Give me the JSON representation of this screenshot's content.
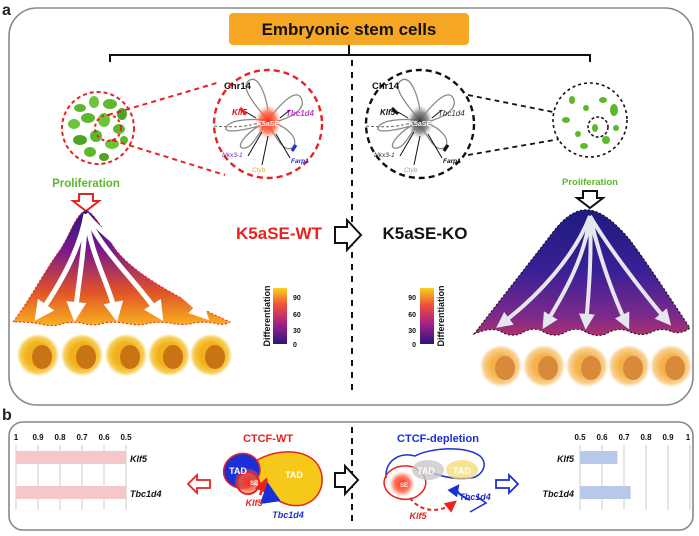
{
  "panel_a": {
    "label": "a",
    "header": "Embryonic  stem cells",
    "left": {
      "chromosome": "Chr14",
      "genes": {
        "klf5": "Klf5",
        "tbc1d4": "Tbc1d4",
        "nkx31": "Nkx3-1",
        "ctyb": "Ctyb",
        "farp1": "Farp1",
        "se": "K5aSE"
      },
      "proliferation": "Proliferation",
      "condition": "K5aSE-WT"
    },
    "right": {
      "chromosome": "Chr14",
      "genes": {
        "klf5": "Klf5",
        "tbc1d4": "Tbc1d4",
        "nkx31": "Nkx3-1",
        "ctyb": "Ctyb",
        "farp1": "Farp1",
        "se": "K5aSE"
      },
      "proliferation": "Proliferation",
      "condition": "K5aSE-KO"
    },
    "colorbar": {
      "title": "Differentiation",
      "ticks": [
        "90",
        "60",
        "30",
        "0"
      ]
    }
  },
  "panel_b": {
    "label": "b",
    "left": {
      "title": "CTCF-WT",
      "axis_ticks": [
        "1",
        "0.9",
        "0.8",
        "0.7",
        "0.6",
        "0.5"
      ],
      "genes": [
        "Klf5",
        "Tbc1d4"
      ],
      "values": [
        1.0,
        1.0
      ],
      "tad_left": "TAD",
      "tad_right": "TAD",
      "se": "SE",
      "klf5": "Klf5",
      "tbc1d4": "Tbc1d4"
    },
    "right": {
      "title": "CTCF-depletion",
      "axis_ticks": [
        "0.5",
        "0.6",
        "0.7",
        "0.8",
        "0.9",
        "1"
      ],
      "genes": [
        "Klf5",
        "Tbc1d4"
      ],
      "values": [
        0.67,
        0.73
      ],
      "tad_left": "TAD",
      "tad_right": "TAD",
      "se": "SE",
      "klf5": "Klf5",
      "tbc1d4": "Tbc1d4"
    }
  },
  "colors": {
    "red": "#e8231f",
    "blue": "#1a2fd6",
    "green": "#5cb82e",
    "orange_header": "#f5a623",
    "bar_left": "#f6c6c8",
    "bar_right": "#b8c8e8"
  }
}
